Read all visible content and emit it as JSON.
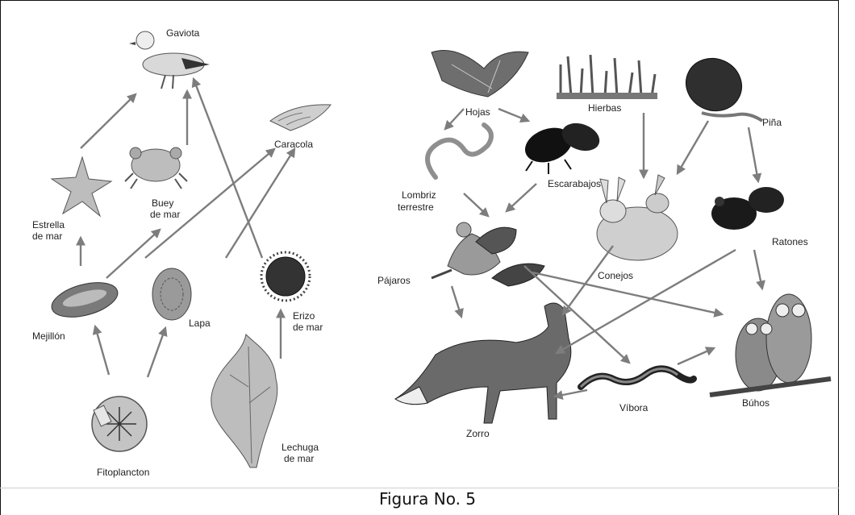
{
  "caption": "Figura No. 5",
  "marine": {
    "gaviota": "Gaviota",
    "caracola": "Caracola",
    "buey": [
      "Buey",
      "de mar"
    ],
    "estrella": [
      "Estrella",
      "de mar"
    ],
    "mejillon": "Mejillón",
    "lapa": "Lapa",
    "erizo": [
      "Erizo",
      "de mar"
    ],
    "fitoplancton": "Fitoplancton",
    "lechuga": [
      "Lechuga",
      "de mar"
    ]
  },
  "terrestrial": {
    "hojas": "Hojas",
    "hierbas": "Hierbas",
    "pina": "Piña",
    "lombriz": [
      "Lombriz",
      "terrestre"
    ],
    "escarabajos": "Escarabajos",
    "pajaros": "Pájaros",
    "conejos": "Conejos",
    "ratones": "Ratones",
    "zorro": "Zorro",
    "vibora": "Víbora",
    "buhos": "Búhos"
  }
}
